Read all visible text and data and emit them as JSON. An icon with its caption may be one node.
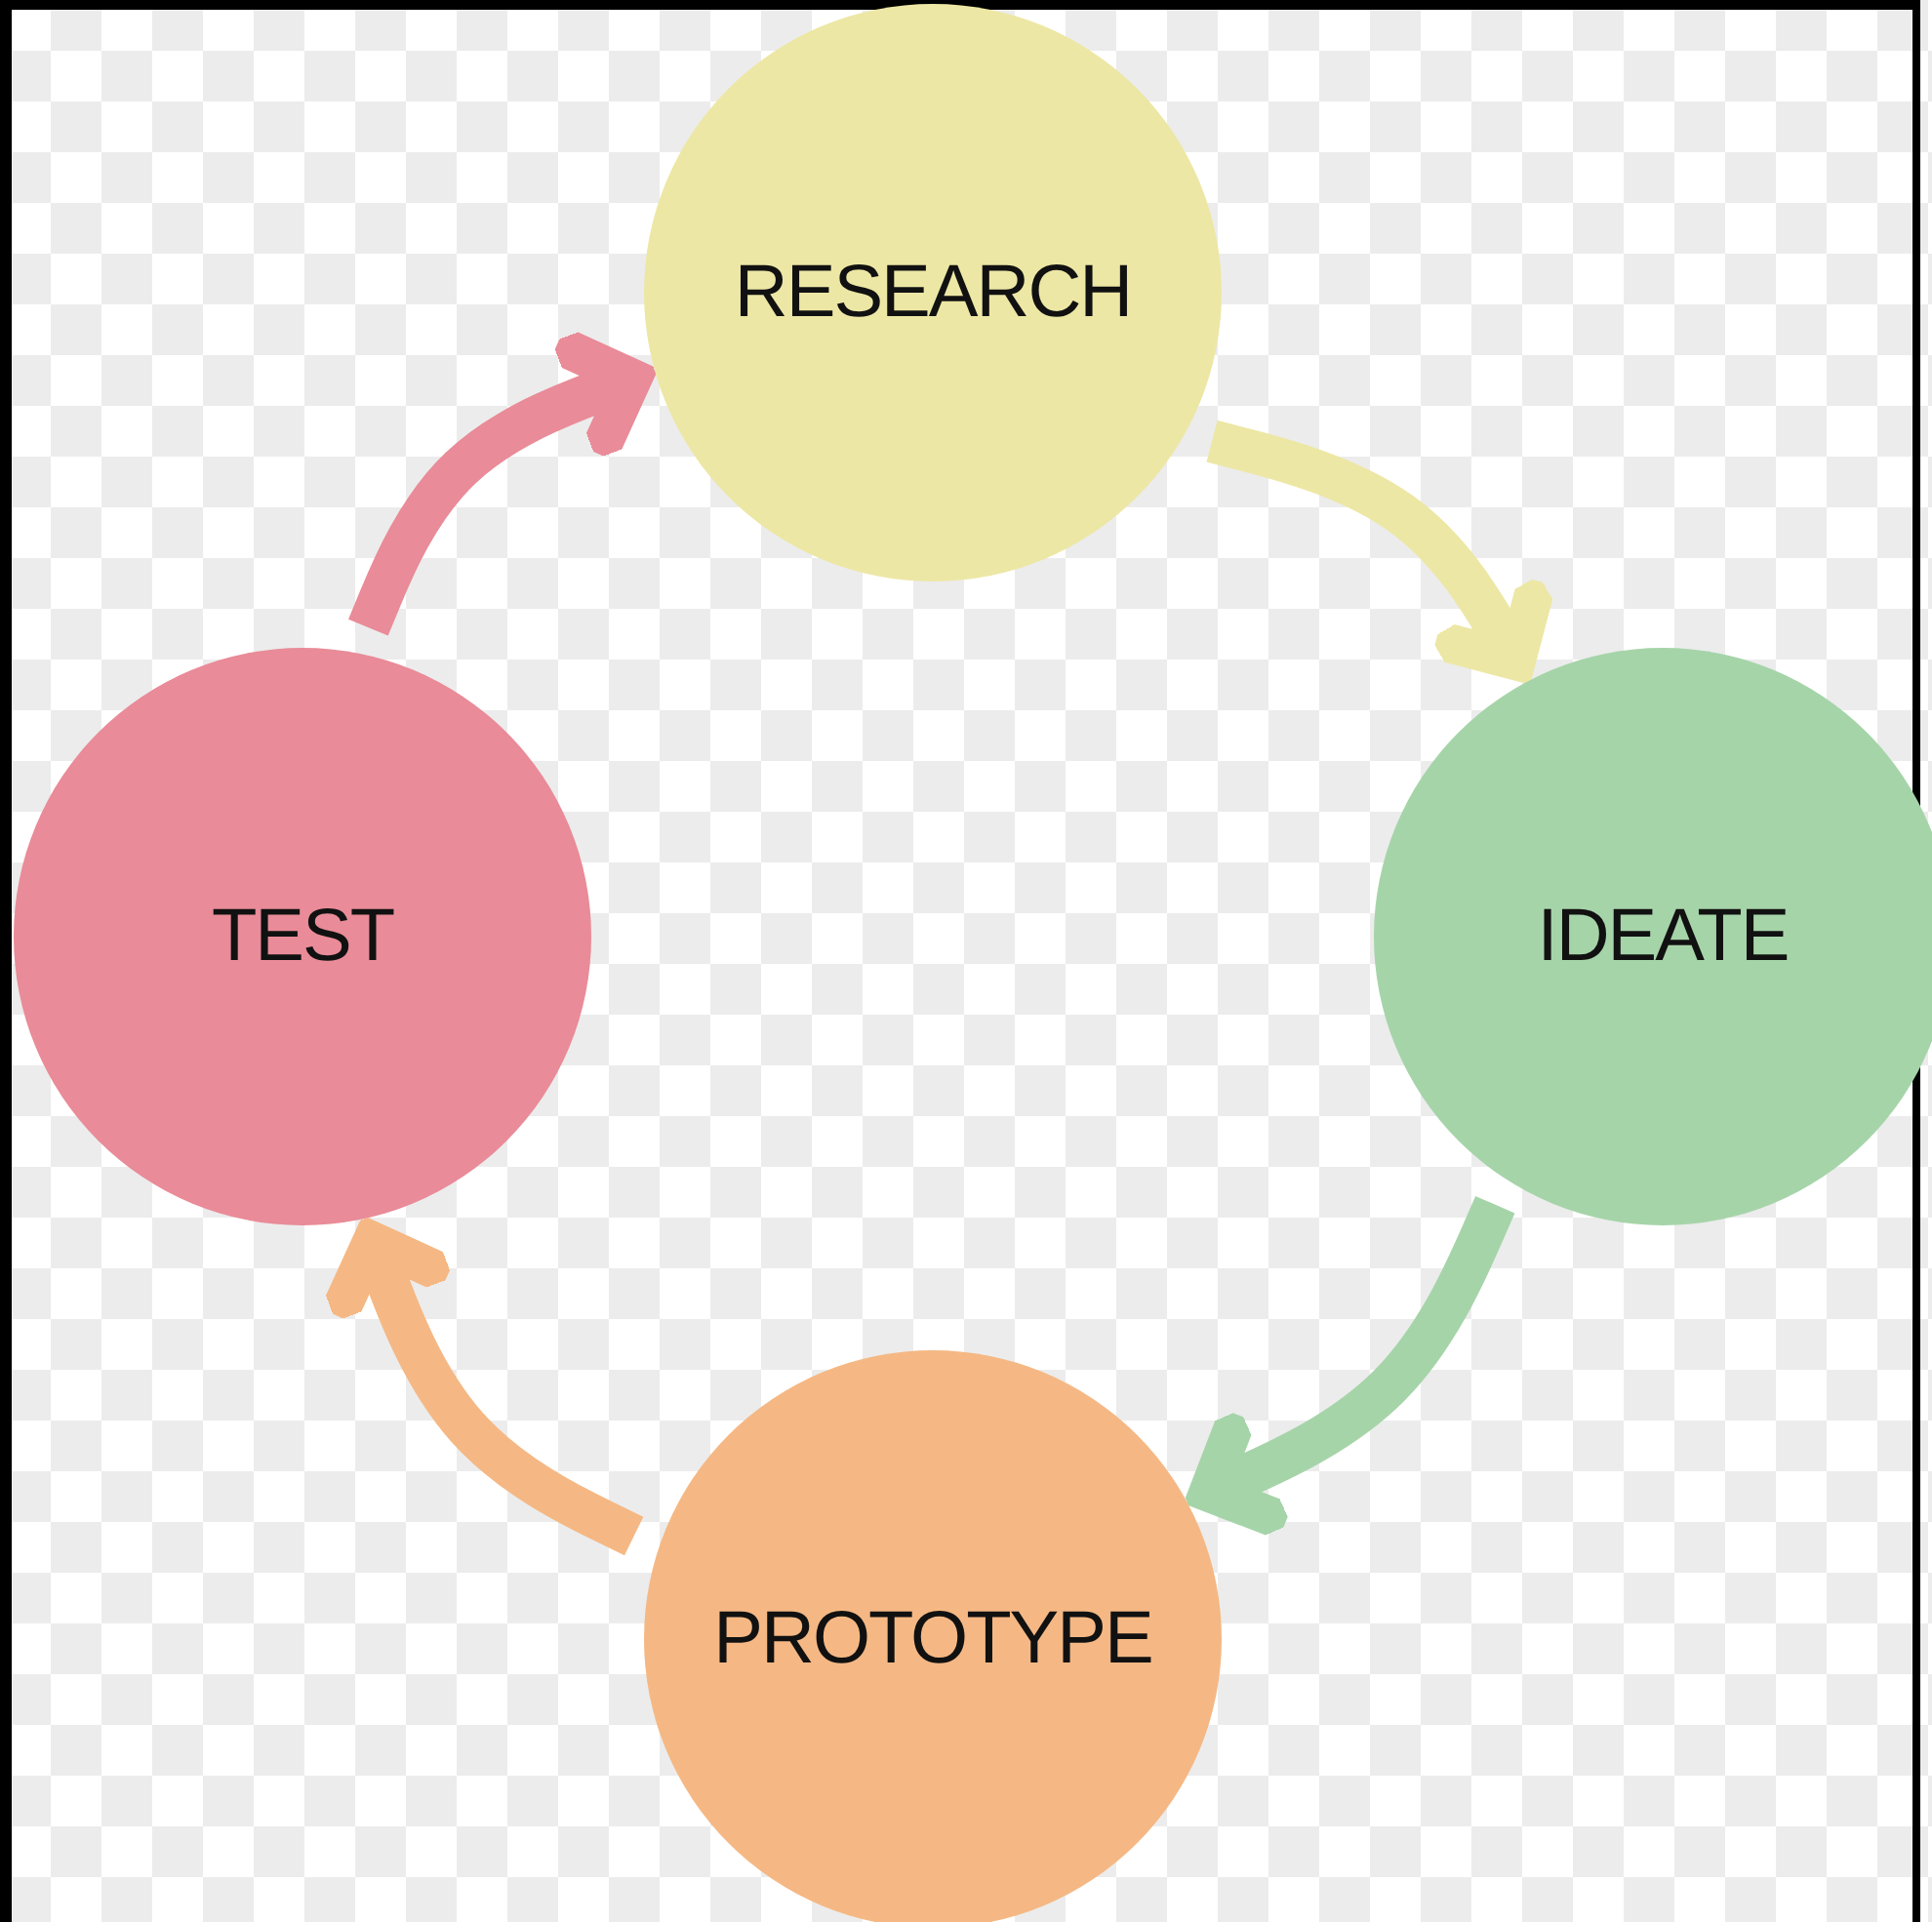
{
  "diagram": {
    "nodes": [
      {
        "text": [
          "RESEARCH"
        ]
      },
      {
        "text": [
          "IDEATE"
        ]
      },
      {
        "text": [
          "PROTOTYPE"
        ]
      },
      {
        "text": [
          "TEST"
        ]
      }
    ],
    "edges": [
      {
        "from": 0,
        "to": 1,
        "arrow": "to",
        "color": "#ede7a5"
      },
      {
        "from": 1,
        "to": 2,
        "arrow": "to",
        "color": "#a6d4a9"
      },
      {
        "from": 2,
        "to": 3,
        "arrow": "to",
        "color": "#f5b884"
      },
      {
        "from": 3,
        "to": 0,
        "arrow": "to",
        "color": "#e98b98"
      }
    ]
  }
}
